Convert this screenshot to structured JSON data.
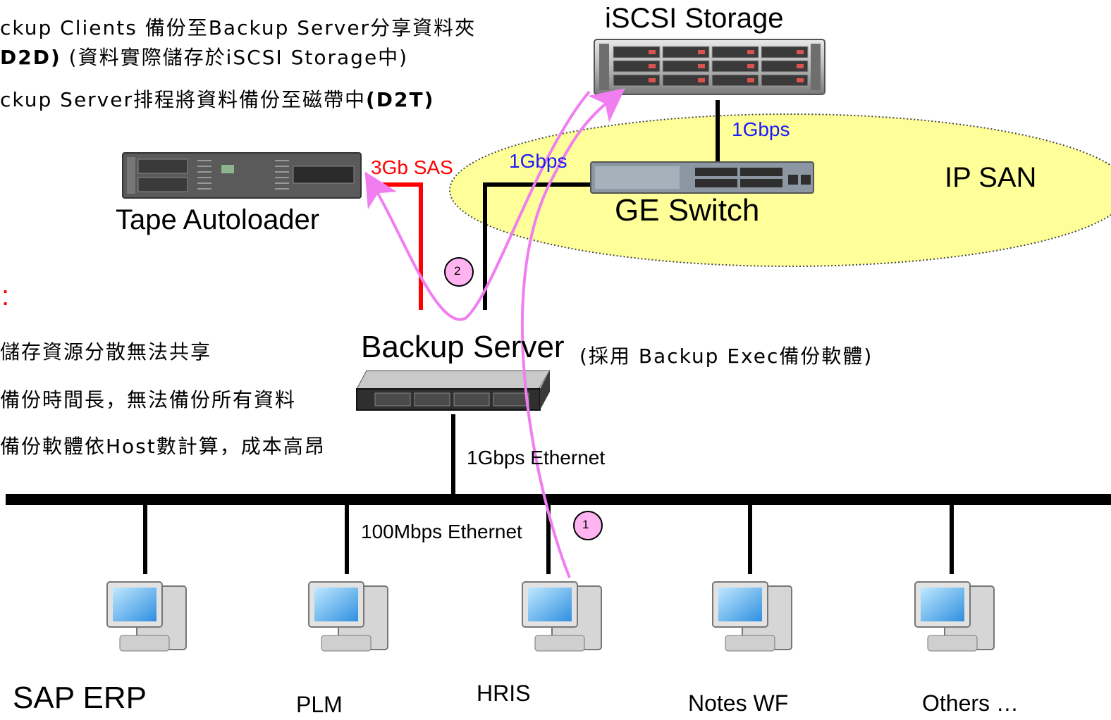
{
  "notes": {
    "line1": "ckup Clients 備份至Backup Server分享資料夾",
    "line2_bold": "D2D)",
    "line2_rest": " (資料實際儲存於iSCSI Storage中)",
    "line3": "ckup Server排程將資料備份至磁帶中",
    "line3_bold": "(D2T)"
  },
  "issues": {
    "heading": ":",
    "items": [
      "儲存資源分散無法共享",
      "備份時間長，無法備份所有資料",
      "備份軟體依Host數計算，成本高昂"
    ]
  },
  "devices": {
    "iscsi_storage": "iSCSI Storage",
    "tape_autoloader": "Tape Autoloader",
    "ge_switch": "GE Switch",
    "backup_server": "Backup Server",
    "backup_server_note": "(採用 Backup Exec備份軟體)",
    "ip_san": "IP SAN"
  },
  "links": {
    "storage_switch": "1Gbps",
    "server_switch": "1Gbps",
    "sas": "3Gb SAS",
    "server_lan": "1Gbps Ethernet",
    "clients_lan": "100Mbps Ethernet"
  },
  "steps": [
    "1",
    "2"
  ],
  "clients": [
    "SAP ERP",
    "PLM",
    "HRIS",
    "Notes WF",
    "Others …"
  ],
  "colors": {
    "red_link": "#ff0000",
    "blue_label": "#1a1aff",
    "san_fill": "#ffff99",
    "flow_arrow": "#f07ef0"
  }
}
